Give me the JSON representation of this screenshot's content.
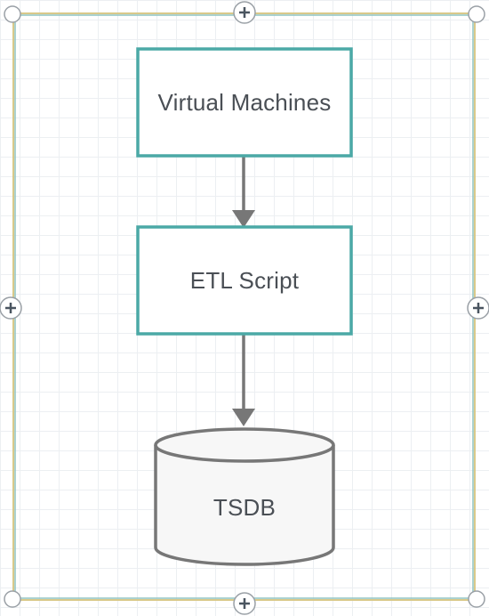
{
  "diagram": {
    "nodes": [
      {
        "id": "vm",
        "label": "Virtual Machines",
        "shape": "rectangle"
      },
      {
        "id": "etl",
        "label": "ETL Script",
        "shape": "rectangle"
      },
      {
        "id": "tsdb",
        "label": "TSDB",
        "shape": "cylinder"
      }
    ],
    "edges": [
      {
        "from": "vm",
        "to": "etl"
      },
      {
        "from": "etl",
        "to": "tsdb"
      }
    ]
  },
  "colors": {
    "node_border": "#4ba9a6",
    "arrow": "#777777",
    "cylinder_fill": "#f7f7f7",
    "cylinder_stroke": "#777777",
    "selection_outer": "#d9c98a",
    "selection_inner": "#8fc3c1",
    "handle_fill": "#ffffff",
    "handle_stroke": "#9aa0a6",
    "plus_color": "#4a5560"
  },
  "icons": {
    "connect_handle": "plus-icon",
    "resize_handle": "circle-handle-icon"
  }
}
